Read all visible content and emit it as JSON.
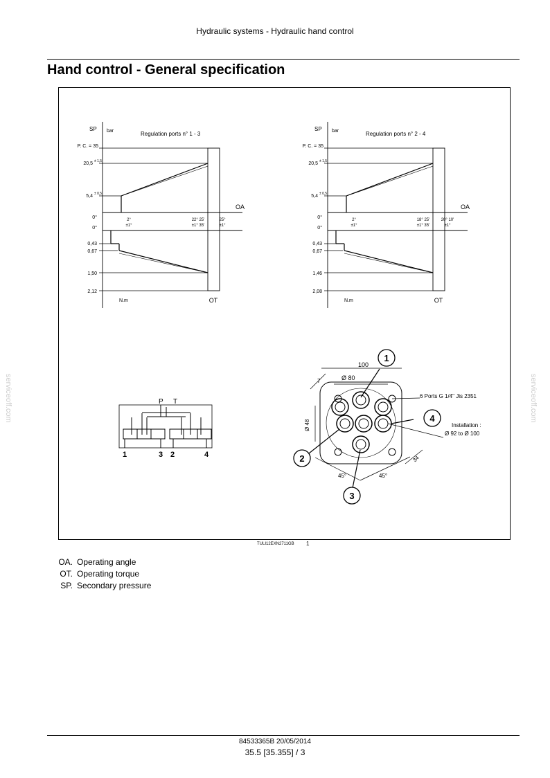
{
  "header": {
    "title": "Hydraulic systems - Hydraulic hand control"
  },
  "page_title": "Hand control - General specification",
  "watermarks": {
    "left": "serviceoff.com",
    "right": "serviceoff.com"
  },
  "figure": {
    "left_graph": {
      "title": "Regulation ports n° 1 - 3",
      "y_label": "SP",
      "y_unit": "bar",
      "pc_label": "P. C. = 35",
      "upper_values": [
        "20,5",
        "5,4"
      ],
      "upper_tols": [
        "± 1,5",
        "± 0,5"
      ],
      "zero_top": "0°",
      "zero_bottom": "0°",
      "oa_label": "OA",
      "angles": [
        {
          "top": "2°",
          "bottom": "±1°"
        },
        {
          "top": "22° 25'",
          "bottom": "±1° 35'"
        },
        {
          "top": "25°",
          "bottom": "±1°"
        }
      ],
      "lower_values": [
        "0,43",
        "0,67",
        "1,50",
        "2,12"
      ],
      "nm_label": "N.m",
      "ot_label": "OT"
    },
    "right_graph": {
      "title": "Regulation ports n° 2 - 4",
      "y_label": "SP",
      "y_unit": "bar",
      "pc_label": "P. C. = 35",
      "upper_values": [
        "20,5",
        "5,4"
      ],
      "upper_tols": [
        "± 1,5",
        "± 0,5"
      ],
      "zero_top": "0°",
      "zero_bottom": "0°",
      "oa_label": "OA",
      "angles": [
        {
          "top": "2°",
          "bottom": "±1°"
        },
        {
          "top": "18° 25'",
          "bottom": "±1° 35'"
        },
        {
          "top": "20° 10'",
          "bottom": "±1°"
        }
      ],
      "lower_values": [
        "0,43",
        "0,67",
        "1,46",
        "2,08"
      ],
      "nm_label": "N.m",
      "ot_label": "OT"
    },
    "schematic": {
      "p_label": "P",
      "t_label": "T",
      "port_labels": [
        "1",
        "3",
        "2",
        "4"
      ]
    },
    "mounting": {
      "dim_100": "100",
      "dim_80": "Ø 80",
      "dim_48": "Ø 48",
      "dim_7": "7",
      "dim_34": "34",
      "angle_a": "45°",
      "angle_b": "45°",
      "ports_note": "6 Ports G 1/4\" Jis 2351",
      "install_label": "Installation :",
      "install_range": "Ø 92 to Ø 100",
      "callouts": [
        "1",
        "2",
        "3",
        "4"
      ]
    },
    "caption_code": "TULI12EXN2711GB",
    "caption_number": "1"
  },
  "legend": [
    {
      "abbr": "OA.",
      "desc": "Operating angle"
    },
    {
      "abbr": "OT.",
      "desc": "Operating torque"
    },
    {
      "abbr": "SP.",
      "desc": "Secondary pressure"
    }
  ],
  "footer": {
    "doc": "84533365B 20/05/2014",
    "page": "35.5 [35.355] / 3"
  }
}
